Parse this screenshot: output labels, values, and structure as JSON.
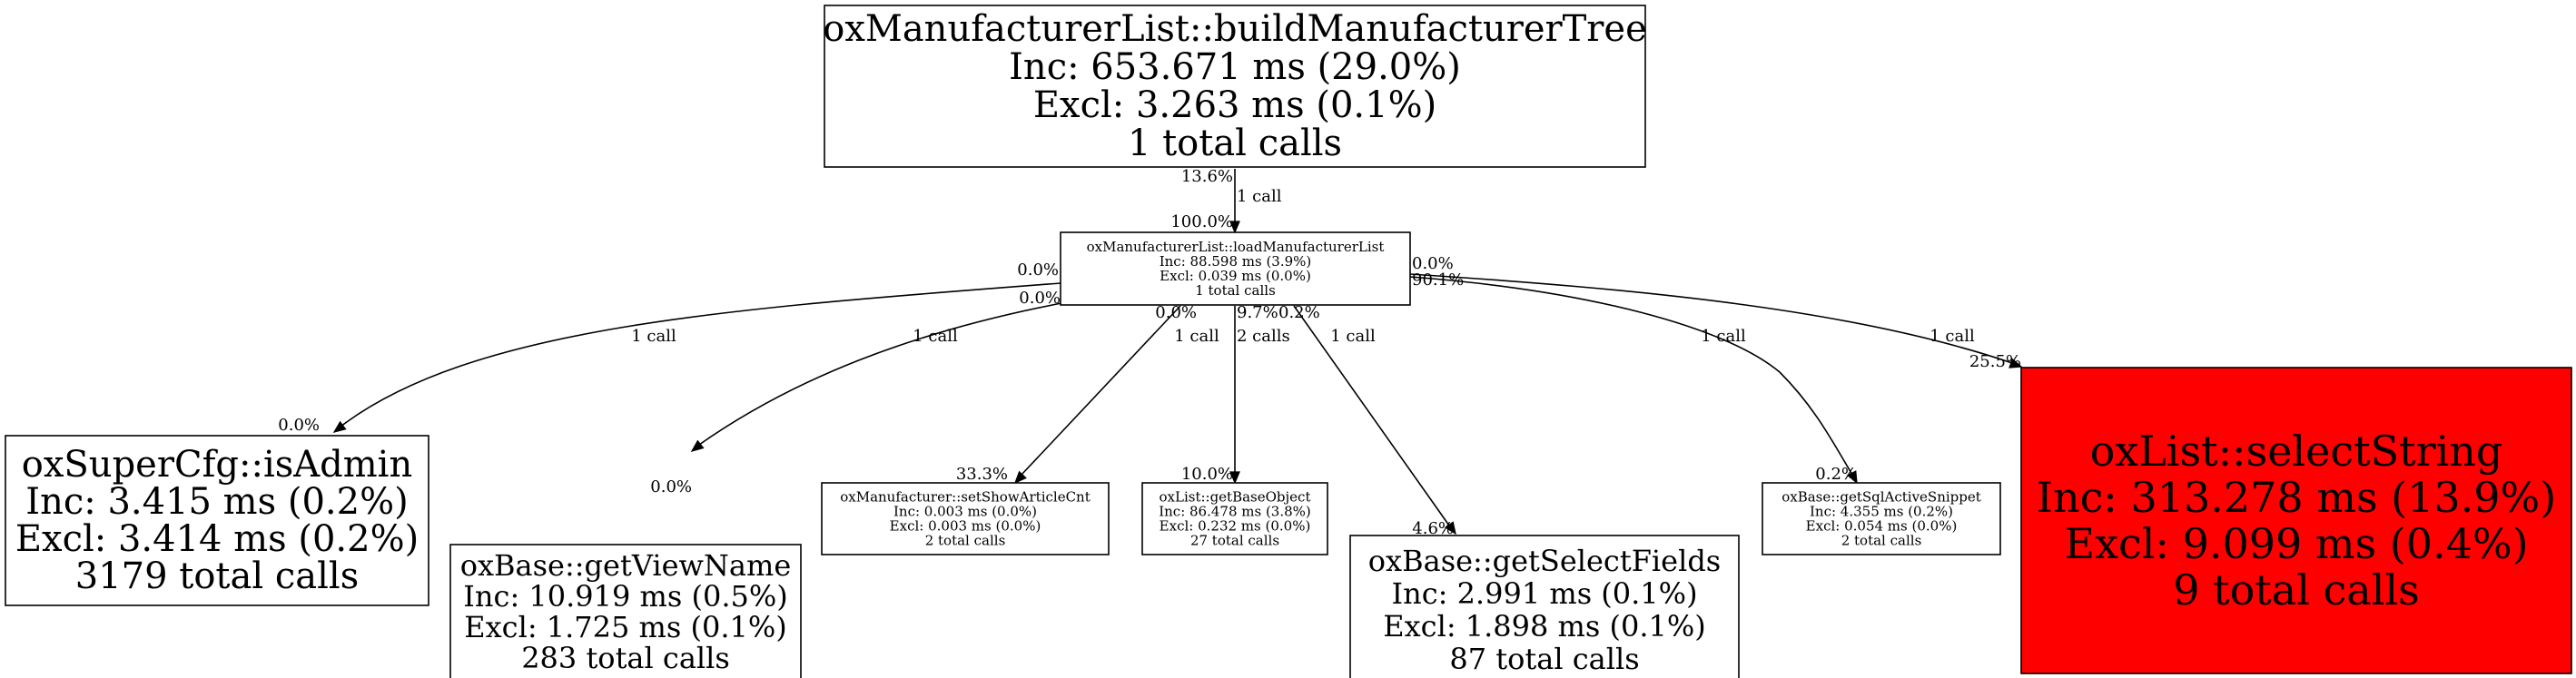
{
  "graph": {
    "background": "#ffffff",
    "nodes": [
      {
        "id": "buildManufacturerTree",
        "lines": [
          "oxManufacturerList::buildManufacturerTree",
          "Inc: 653.671 ms (29.0%)",
          "Excl: 3.263 ms (0.1%)",
          "1 total calls"
        ],
        "fill": "#ffffff"
      },
      {
        "id": "loadManufacturerList",
        "lines": [
          "oxManufacturerList::loadManufacturerList",
          "Inc: 88.598 ms (3.9%)",
          "Excl: 0.039 ms (0.0%)",
          "1 total calls"
        ],
        "fill": "#ffffff"
      },
      {
        "id": "isAdmin",
        "lines": [
          "oxSuperCfg::isAdmin",
          "Inc: 3.415 ms (0.2%)",
          "Excl: 3.414 ms (0.2%)",
          "3179 total calls"
        ],
        "fill": "#ffffff"
      },
      {
        "id": "getViewName",
        "lines": [
          "oxBase::getViewName",
          "Inc: 10.919 ms (0.5%)",
          "Excl: 1.725 ms (0.1%)",
          "283 total calls"
        ],
        "fill": "#ffffff"
      },
      {
        "id": "setShowArticleCnt",
        "lines": [
          "oxManufacturer::setShowArticleCnt",
          "Inc: 0.003 ms (0.0%)",
          "Excl: 0.003 ms (0.0%)",
          "2 total calls"
        ],
        "fill": "#ffffff"
      },
      {
        "id": "getBaseObject",
        "lines": [
          "oxList::getBaseObject",
          "Inc: 86.478 ms (3.8%)",
          "Excl: 0.232 ms (0.0%)",
          "27 total calls"
        ],
        "fill": "#ffffff"
      },
      {
        "id": "getSelectFields",
        "lines": [
          "oxBase::getSelectFields",
          "Inc: 2.991 ms (0.1%)",
          "Excl: 1.898 ms (0.1%)",
          "87 total calls"
        ],
        "fill": "#ffffff"
      },
      {
        "id": "getSqlActiveSnippet",
        "lines": [
          "oxBase::getSqlActiveSnippet",
          "Inc: 4.355 ms (0.2%)",
          "Excl: 0.054 ms (0.0%)",
          "2 total calls"
        ],
        "fill": "#ffffff"
      },
      {
        "id": "selectString",
        "lines": [
          "oxList::selectString",
          "Inc: 313.278 ms (13.9%)",
          "Excl: 9.099 ms (0.4%)",
          "9 total calls"
        ],
        "fill": "#ff0000"
      }
    ],
    "edges": [
      {
        "id": "e-tree-load",
        "from": "buildManufacturerTree",
        "to": "loadManufacturerList",
        "label": "1 call",
        "tail": "13.6%",
        "head": "100.0%"
      },
      {
        "id": "e-load-isadmin",
        "from": "loadManufacturerList",
        "to": "isAdmin",
        "label": "1 call",
        "tail": "0.0%",
        "head": "0.0%"
      },
      {
        "id": "e-load-viewname",
        "from": "loadManufacturerList",
        "to": "getViewName",
        "label": "1 call",
        "tail": "0.0%",
        "head": "0.0%"
      },
      {
        "id": "e-load-showcnt",
        "from": "loadManufacturerList",
        "to": "setShowArticleCnt",
        "label": "1 call",
        "tail": "0.0%",
        "head": "33.3%"
      },
      {
        "id": "e-load-baseobj",
        "from": "loadManufacturerList",
        "to": "getBaseObject",
        "label": "2 calls",
        "tail": "9.7%",
        "head": "10.0%"
      },
      {
        "id": "e-load-selectfields",
        "from": "loadManufacturerList",
        "to": "getSelectFields",
        "label": "1 call",
        "tail": "0.2%",
        "head": "4.6%"
      },
      {
        "id": "e-load-snippet",
        "from": "loadManufacturerList",
        "to": "getSqlActiveSnippet",
        "label": "1 call",
        "tail": "0.0%",
        "head": "0.2%"
      },
      {
        "id": "e-load-select",
        "from": "loadManufacturerList",
        "to": "selectString",
        "label": "1 call",
        "tail": "90.1%",
        "head": "25.5%"
      }
    ]
  }
}
